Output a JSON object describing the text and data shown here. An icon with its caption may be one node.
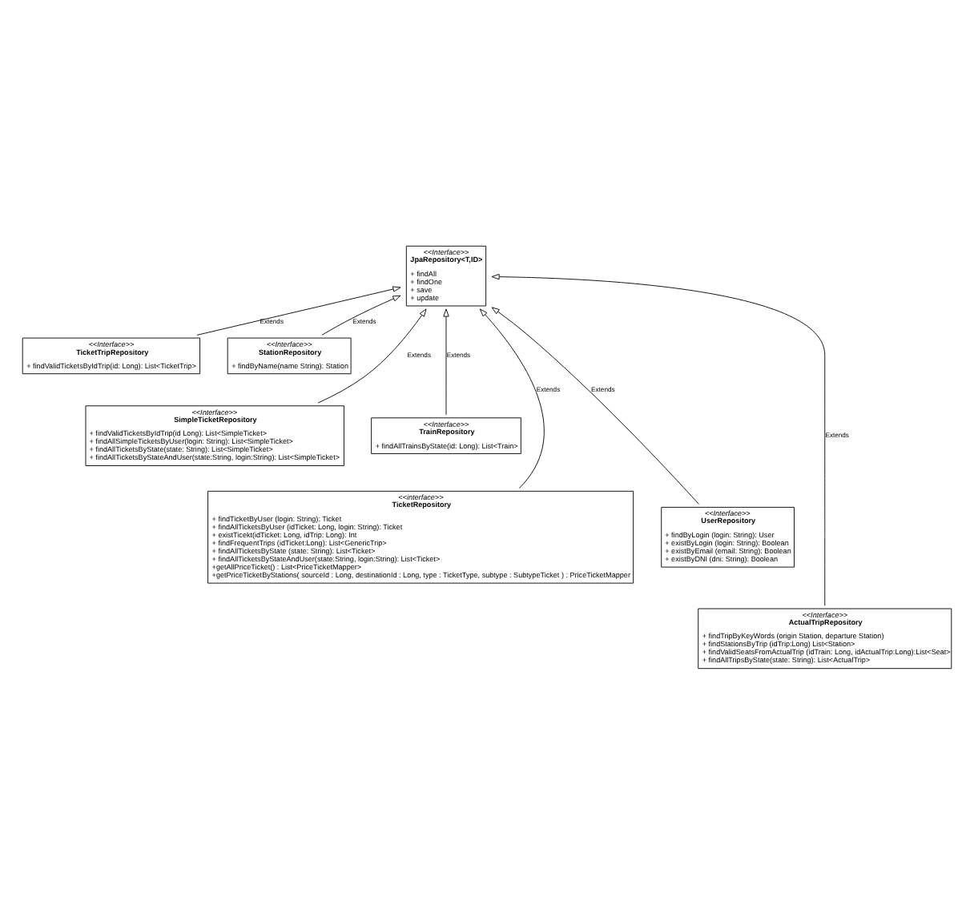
{
  "diagram": {
    "nodes": [
      {
        "text": [
          "<<Interface>>",
          "JpaRepository<T,ID>",
          "+ findAll",
          "+ findOne",
          "+ save",
          "+ update"
        ]
      },
      {
        "text": [
          "<<Interface>>",
          "TicketTripRepository",
          "+ findValidTicketsByIdTrip(id: Long): List<TicketTrip>"
        ]
      },
      {
        "text": [
          "<<Interface>>",
          "StationRepository",
          "+ findByName(name String): Station"
        ]
      },
      {
        "text": [
          "<<Interface>>",
          "SimpleTicketRepository",
          "+ findValidTicketsByIdTrip(id Long): List<SimpleTicket>",
          "+ findAllSimpleTicketsByUser(login: String): List<SimpleTicket>",
          "+ findAllTicketsByState(state: String): List<SimpleTicket>",
          "+ findAllTicketsByStateAndUser(state:String, login:String): List<SimpleTicket>"
        ]
      },
      {
        "text": [
          "<<Interface>>",
          "TrainRepository",
          "+ findAllTrainsByState(id: Long): List<Train>"
        ]
      },
      {
        "text": [
          "<<interface>>",
          "TicketRepository",
          "+ findTicketByUser (login: String): Ticket",
          "+ findAllTicketsByUser (idTicket: Long, login: String): Ticket",
          "+ existTicekt(idTicket: Long, idTrip: Long): Int",
          "+ findFrequentTrips (idTicket:Long): List<GenericTrip>",
          "+ findAllTicketsByState (state: String): List<Ticket>",
          "+ findAllTicketsByStateAndUser(state:String, login:String): List<Ticket>",
          "+getAllPriceTicket() : List<PriceTicketMapper>",
          "+getPriceTicketByStations( sourceId : Long, destinationId : Long, type : TicketType, subtype : SubtypeTicket ) : PriceTicketMapper"
        ]
      },
      {
        "text": [
          "<<Interface>>",
          "UserRepository",
          "+ findByLogin (login: String): User",
          "+ existByLogin (login: String): Boolean",
          "+ existByEmail (email: String): Boolean",
          "+ existByDNI (dni: String): Boolean"
        ]
      },
      {
        "text": [
          "<<Interface>>",
          "ActualTripRepository",
          "+ findTripByKeyWords (origin Station, departure Station)",
          "+ findStationsByTrip (idTrip:Long) List<Station>",
          "+ findValidSeatsFromActualTrip (idTrain: Long, idActualTrip:Long):List<Seat>",
          "+ findAllTripsByState(state: String): List<ActualTrip>"
        ]
      }
    ],
    "edges": [
      {
        "from": 1,
        "to": 0,
        "arrow": "to",
        "label": "Extends"
      },
      {
        "from": 2,
        "to": 0,
        "arrow": "to",
        "label": "Extends"
      },
      {
        "from": 3,
        "to": 0,
        "arrow": "to",
        "label": "Extends"
      },
      {
        "from": 4,
        "to": 0,
        "arrow": "to",
        "label": "Extends"
      },
      {
        "from": 5,
        "to": 0,
        "arrow": "to",
        "label": "Extends"
      },
      {
        "from": 6,
        "to": 0,
        "arrow": "to",
        "label": "Extends"
      },
      {
        "from": 7,
        "to": 0,
        "arrow": "to",
        "label": "Extends"
      }
    ]
  }
}
